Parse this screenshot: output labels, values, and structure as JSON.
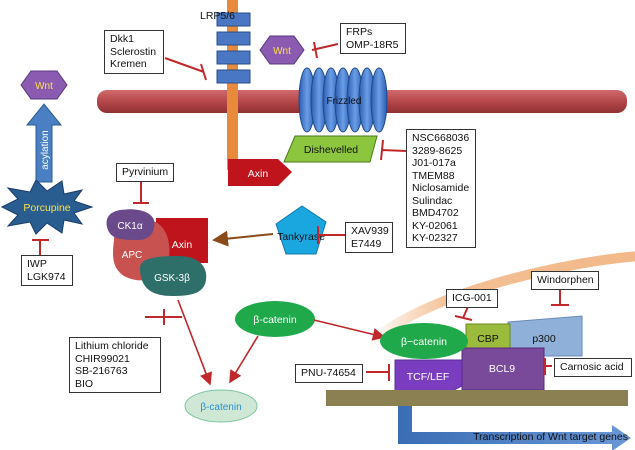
{
  "receptor": {
    "lrp": "LRP5/6",
    "frizzled": "Frizzled"
  },
  "ligand": {
    "wnt_bound": "Wnt",
    "wnt_cytosol": "Wnt"
  },
  "process": {
    "acylation": "acylation",
    "porcupine": "Porcupine"
  },
  "complex": {
    "axin_top": "Axin",
    "dishevelled": "Dishevelled",
    "ck1a": "CK1α",
    "axin": "Axin",
    "apc": "APC",
    "gsk3b": "GSK-3β",
    "tankyrase": "Tankyrase"
  },
  "catenin": {
    "free": "β-catenin",
    "nuclear": "β−catenin",
    "degraded": "β-catenin"
  },
  "nucleus": {
    "cbp": "CBP",
    "p300": "p300",
    "bcl9": "BCL9",
    "tcf_lef": "TCF/LEF"
  },
  "transcription": "Transcription of Wnt target genes",
  "inhibitors": {
    "dkk": [
      "Dkk1",
      "Sclerostin",
      "Kremen"
    ],
    "frps": [
      "FRPs",
      "OMP-18R5"
    ],
    "dvl": [
      "NSC668036",
      "3289-8625",
      "J01-017a",
      "TMEM88",
      "Niclosamide",
      "Sulindac",
      "BMD4702",
      "KY-02061",
      "KY-02327"
    ],
    "pyrvinium": [
      "Pyrvinium"
    ],
    "xav": [
      "XAV939",
      "E7449"
    ],
    "iwp": [
      "IWP",
      "LGK974"
    ],
    "gsk": [
      "Lithium chloride",
      "CHIR99021",
      "SB-216763",
      "BIO"
    ],
    "icg": [
      "ICG-001"
    ],
    "windorphen": [
      "Windorphen"
    ],
    "pnu": [
      "PNU-74654"
    ],
    "carnosic": [
      "Carnosic acid"
    ]
  },
  "colors": {
    "membrane": "#b5474a",
    "frizzled": "#4a7fd1",
    "lrp": "#4a77c4",
    "lrp_stalk": "#e88a3c",
    "wnt": "#8a5bb0",
    "wnt_text": "#ffe04a",
    "axin": "#c0141c",
    "dishevelled": "#8cc63f",
    "ck1a": "#6a4a8a",
    "apc": "#c8524f",
    "gsk3b": "#2f6f6a",
    "tankyrase": "#1aa7e0",
    "catenin": "#1fa94a",
    "catenin_degraded": "#cfe8d6",
    "cbp": "#9bbb3c",
    "p300": "#8fb0d8",
    "bcl9": "#7a4a9a",
    "tcf_lef": "#7a3dc0",
    "dna": "#8a8051",
    "inhibitor": "#c0282c",
    "arrow_blue": "#4a7fc4",
    "porcupine": "#2a5d8f"
  }
}
